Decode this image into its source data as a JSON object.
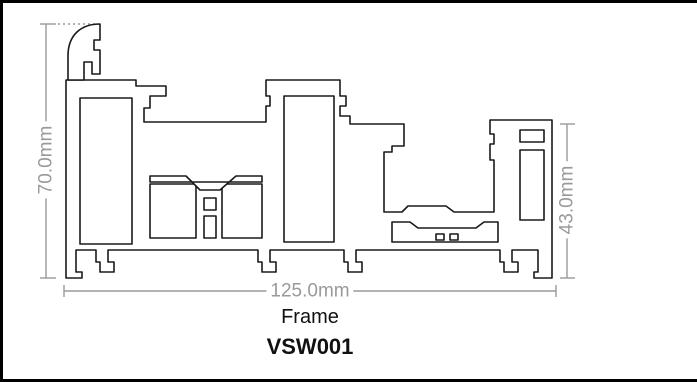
{
  "dimensions": {
    "height_total": "70.0mm",
    "height_right": "43.0mm",
    "width_total": "125.0mm"
  },
  "caption": {
    "type": "Frame",
    "code": "VSW001"
  },
  "colors": {
    "profile_stroke": "#1a1a1a",
    "dimension": "#9a9a9a"
  }
}
